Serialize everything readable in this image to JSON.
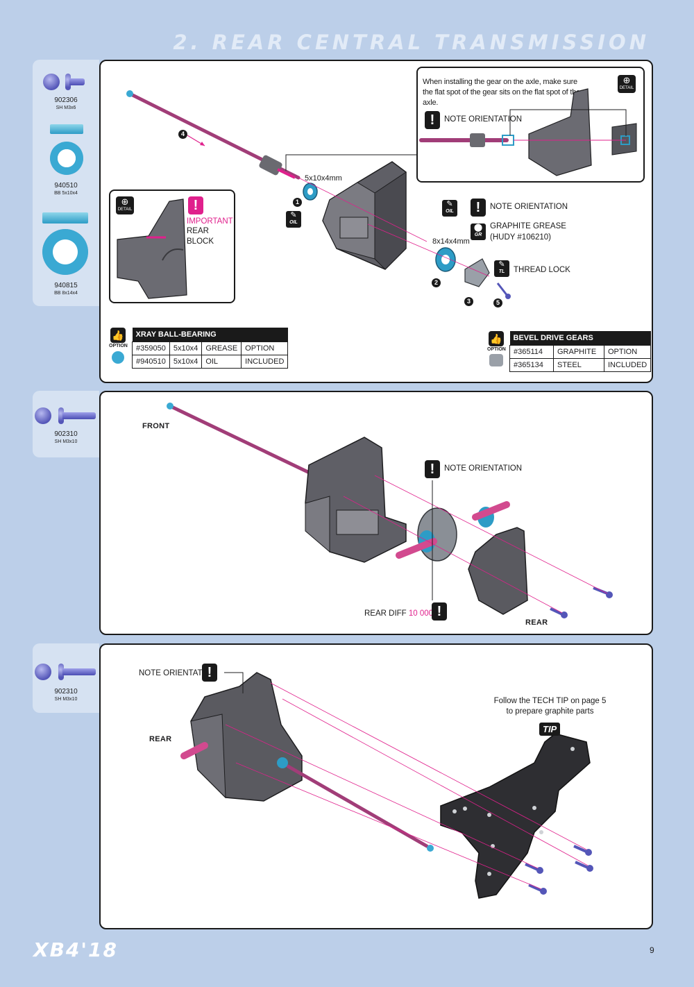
{
  "page_title": "2. REAR CENTRAL TRANSMISSION",
  "parts_1": [
    {
      "code": "902306",
      "desc": "SH M3x6"
    },
    {
      "code": "940510",
      "desc": "BB 5x10x4"
    },
    {
      "code": "940815",
      "desc": "BB 8x14x4"
    }
  ],
  "parts_2": [
    {
      "code": "902310",
      "desc": "SH M3x10"
    }
  ],
  "parts_3": [
    {
      "code": "902310",
      "desc": "SH M3x10"
    }
  ],
  "step1": {
    "detail_note": "When installing the gear on the axle, make sure the flat spot of the gear sits on the flat spot of the axle.",
    "note_orientation": "NOTE ORIENTATION",
    "important_label": "IMPORTANT",
    "rear_block_label": "REAR BLOCK",
    "bearing_small": "5x10x4mm",
    "bearing_large": "8x14x4mm",
    "graphite_grease": "GRAPHITE GREASE",
    "hudy_ref": "(HUDY #106210)",
    "thread_lock": "THREAD LOCK",
    "icon_detail": "DETAIL",
    "icon_oil": "OIL",
    "icon_gr": "GR",
    "icon_tl": "TL",
    "callouts": [
      "1",
      "2",
      "3",
      "4",
      "5"
    ],
    "option_word": "OPTION",
    "ballbearing_table": {
      "title": "XRAY BALL-BEARING",
      "rows": [
        [
          "#359050",
          "5x10x4",
          "GREASE",
          "OPTION"
        ],
        [
          "#940510",
          "5x10x4",
          "OIL",
          "INCLUDED"
        ]
      ]
    },
    "bevel_table": {
      "title": "BEVEL DRIVE GEARS",
      "rows": [
        [
          "#365114",
          "GRAPHITE",
          "OPTION"
        ],
        [
          "#365134",
          "STEEL",
          "INCLUDED"
        ]
      ]
    }
  },
  "step2": {
    "front_label": "FRONT",
    "rear_label": "REAR",
    "note_orientation": "NOTE ORIENTATION",
    "rear_diff_label": "REAR DIFF",
    "rear_diff_value": "10 000 cSt"
  },
  "step3": {
    "note_orientation": "NOTE ORIENTATION",
    "rear_label": "REAR",
    "tech_tip_line1": "Follow the TECH TIP on page 5",
    "tech_tip_line2": "to prepare graphite parts",
    "tip_badge": "TIP"
  },
  "footer": {
    "brand": "XB4'18",
    "page_number": "9"
  },
  "colors": {
    "page_bg": "#bccfe9",
    "accent_magenta": "#e0208c",
    "bearing_blue": "#3aa9d3",
    "screw_blue": "#5456b8"
  }
}
